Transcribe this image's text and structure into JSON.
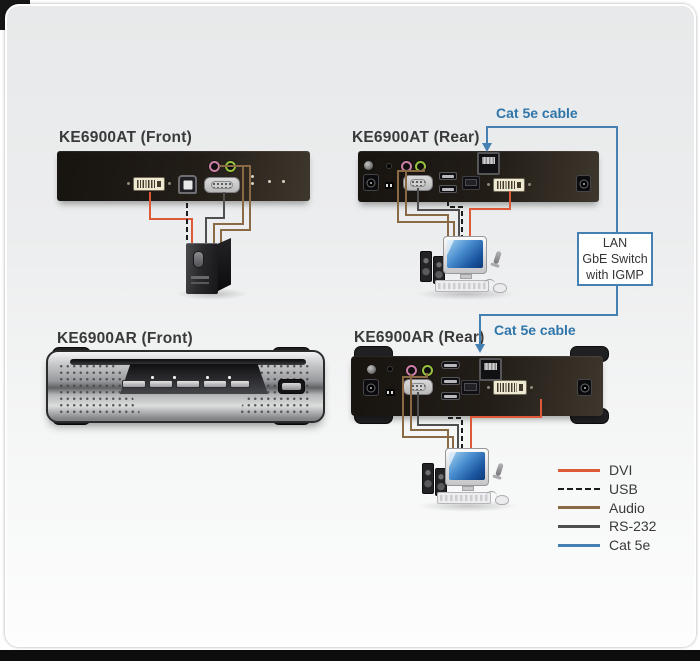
{
  "devices": {
    "at_front": {
      "label": "KE6900AT (Front)"
    },
    "at_rear": {
      "label": "KE6900AT (Rear)"
    },
    "ar_front": {
      "label": "KE6900AR (Front)"
    },
    "ar_rear": {
      "label": "KE6900AR (Rear)"
    }
  },
  "connections": {
    "cat5e_label_top": "Cat 5e cable",
    "cat5e_label_bottom": "Cat 5e cable",
    "lan_switch": {
      "lines": [
        "LAN",
        "GbE Switch",
        "with IGMP"
      ]
    }
  },
  "legend": {
    "items": [
      {
        "label": "DVI",
        "color": "#dc5a38",
        "line_style": "solid"
      },
      {
        "label": "USB",
        "color": "#1c1c1c",
        "line_style": "dashed"
      },
      {
        "label": "Audio",
        "color": "#8a6a44",
        "line_style": "solid"
      },
      {
        "label": "RS-232",
        "color": "#4f4f4f",
        "line_style": "solid"
      },
      {
        "label": "Cat 5e",
        "color": "#4480b1",
        "line_style": "solid"
      }
    ]
  },
  "colors": {
    "dvi_cable": "#dc5a38",
    "usb_cable": "#1c1c1c",
    "audio_cable": "#8a6a44",
    "rs232_cable": "#4f4f4f",
    "cat5e_cable": "#4480b1",
    "cable_label_text": "#2e75aa",
    "device_label_text": "#3a3a3a"
  },
  "ports": {
    "at_front": [
      "dvi",
      "usb-type-b",
      "rs232-db9",
      "mic-jack",
      "speaker-jack",
      "status-leds"
    ],
    "at_rear": [
      "grounding-screw",
      "mic-jack",
      "speaker-jack",
      "dc-power",
      "rs232-db9",
      "usb-ports",
      "sfp",
      "rj45-lan",
      "dvi",
      "power-jack"
    ],
    "ar_front": [
      "speaker-grille",
      "pushbuttons",
      "status-leds",
      "usb-port"
    ],
    "ar_rear": [
      "grounding-screw",
      "mic-jack",
      "speaker-jack",
      "dc-power",
      "rs232-db9",
      "hdmi-usb-ports",
      "sfp",
      "rj45-lan",
      "dvi",
      "power-jack"
    ]
  }
}
